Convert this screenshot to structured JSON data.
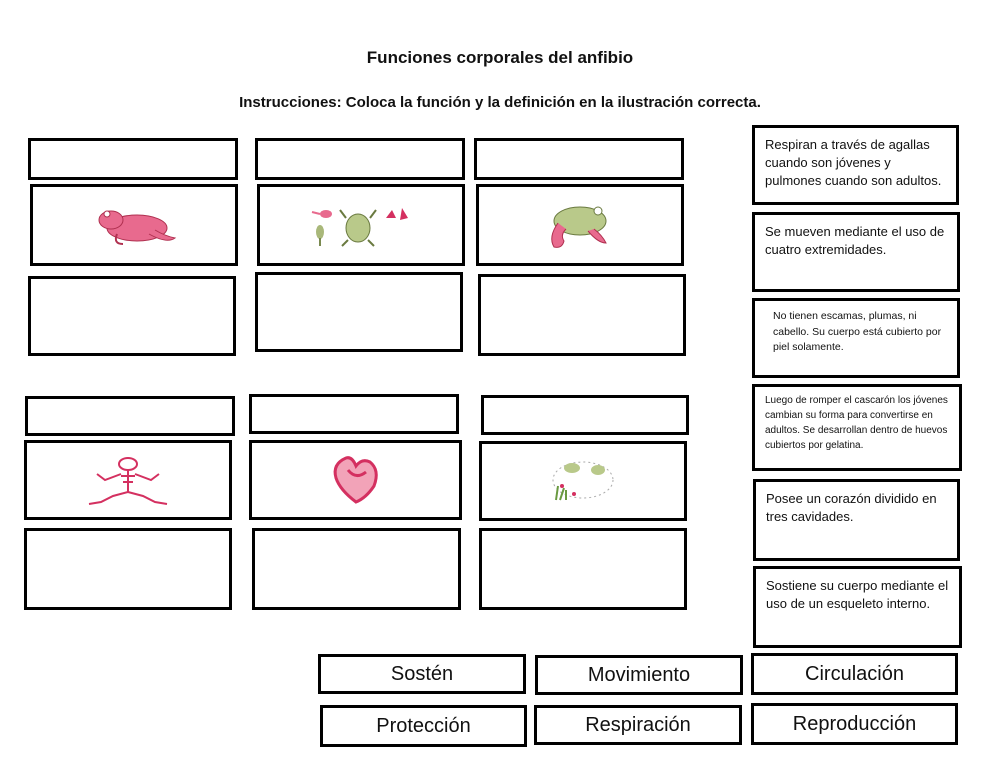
{
  "worksheet": {
    "title": "Funciones corporales del anfibio",
    "instructions": "Instrucciones: Coloca la función y la definición en la ilustración correcta."
  },
  "illustrations": [
    {
      "name": "frog-skin-illustration",
      "icon": "pink-frog-icon"
    },
    {
      "name": "frog-lifecycle-illustration",
      "icon": "tadpole-to-frog-icon"
    },
    {
      "name": "frog-legs-illustration",
      "icon": "green-frog-pink-legs-icon"
    },
    {
      "name": "frog-skeleton-illustration",
      "icon": "frog-skeleton-icon"
    },
    {
      "name": "frog-heart-illustration",
      "icon": "heart-icon"
    },
    {
      "name": "frog-eggs-illustration",
      "icon": "frog-eggs-icon"
    }
  ],
  "definitions": [
    "Respiran a través de agallas cuando son jóvenes y pulmones cuando son adultos.",
    "Se mueven mediante el uso de cuatro extremidades.",
    "No tienen escamas, plumas, ni cabello. Su cuerpo está cubierto por piel solamente.",
    "Luego de romper el cascarón los jóvenes cambian su forma para convertirse en adultos. Se desarrollan dentro de huevos cubiertos por gelatina.",
    "Posee un corazón dividido en tres cavidades.",
    "Sostiene su cuerpo mediante el uso de un esqueleto interno."
  ],
  "functions": [
    "Sostén",
    "Movimiento",
    "Circulación",
    "Protección",
    "Respiración",
    "Reproducción"
  ],
  "colors": {
    "border": "#000000",
    "frog_pink": "#e0577a",
    "frog_green": "#b9c98a"
  }
}
